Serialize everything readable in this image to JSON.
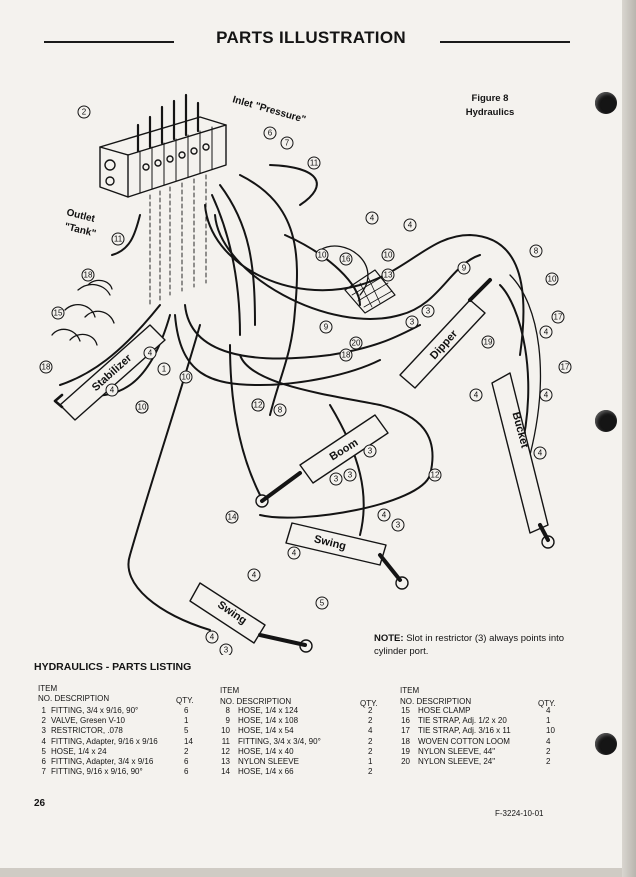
{
  "header": {
    "title": "PARTS ILLUSTRATION",
    "figure": "Figure 8",
    "figure_subtitle": "Hydraulics"
  },
  "diagram": {
    "labels": {
      "inlet_line1": "Inlet",
      "inlet_line2": "\"Pressure\"",
      "outlet_line1": "Outlet",
      "outlet_line2": "\"Tank\""
    },
    "cylinders": {
      "stabilizer": "Stabilizer",
      "dipper": "Dipper",
      "bucket": "Bucket",
      "boom": "Boom",
      "swing_upper": "Swing",
      "swing_lower": "Swing"
    },
    "callouts": [
      "2",
      "6",
      "7",
      "11",
      "11",
      "4",
      "4",
      "8",
      "9",
      "10",
      "10",
      "10",
      "16",
      "13",
      "3",
      "3",
      "20",
      "18",
      "19",
      "4",
      "4",
      "17",
      "17",
      "4",
      "4",
      "3",
      "3",
      "3",
      "12",
      "12",
      "14",
      "14",
      "15",
      "18",
      "18",
      "1",
      "4",
      "4",
      "4",
      "4",
      "5",
      "3",
      "3",
      "4",
      "4",
      "10",
      "10",
      "12",
      "8",
      "9"
    ]
  },
  "note": {
    "label": "NOTE:",
    "text": "Slot in restrictor (3) always points into cylinder port."
  },
  "listing": {
    "title": "HYDRAULICS - PARTS LISTING",
    "head_item": "ITEM",
    "head_no_desc": "NO. DESCRIPTION",
    "head_qty": "QTY.",
    "columns": [
      [
        {
          "no": "1",
          "desc": "FITTING, 3/4 x 9/16, 90°",
          "qty": "6"
        },
        {
          "no": "2",
          "desc": "VALVE, Gresen V-10",
          "qty": "1"
        },
        {
          "no": "3",
          "desc": "RESTRICTOR, .078",
          "qty": "5"
        },
        {
          "no": "4",
          "desc": "FITTING, Adapter, 9/16 x 9/16",
          "qty": "14"
        },
        {
          "no": "5",
          "desc": "HOSE, 1/4 x 24",
          "qty": "2"
        },
        {
          "no": "6",
          "desc": "FITTING, Adapter, 3/4 x 9/16",
          "qty": "6"
        },
        {
          "no": "7",
          "desc": "FITTING, 9/16 x 9/16, 90°",
          "qty": "6"
        }
      ],
      [
        {
          "no": "8",
          "desc": "HOSE, 1/4 x 124",
          "qty": "2"
        },
        {
          "no": "9",
          "desc": "HOSE, 1/4 x 108",
          "qty": "2"
        },
        {
          "no": "10",
          "desc": "HOSE, 1/4 x 54",
          "qty": "4"
        },
        {
          "no": "11",
          "desc": "FITTING, 3/4 x 3/4, 90°",
          "qty": "2"
        },
        {
          "no": "12",
          "desc": "HOSE, 1/4 x 40",
          "qty": "2"
        },
        {
          "no": "13",
          "desc": "NYLON SLEEVE",
          "qty": "1"
        },
        {
          "no": "14",
          "desc": "HOSE, 1/4 x 66",
          "qty": "2"
        }
      ],
      [
        {
          "no": "15",
          "desc": "HOSE CLAMP",
          "qty": "4"
        },
        {
          "no": "16",
          "desc": "TIE STRAP, Adj. 1/2 x 20",
          "qty": "1"
        },
        {
          "no": "17",
          "desc": "TIE STRAP, Adj. 3/16 x 11",
          "qty": "10"
        },
        {
          "no": "18",
          "desc": "WOVEN COTTON LOOM",
          "qty": "4"
        },
        {
          "no": "19",
          "desc": "NYLON SLEEVE, 44\"",
          "qty": "2"
        },
        {
          "no": "20",
          "desc": "NYLON SLEEVE, 24\"",
          "qty": "2"
        }
      ]
    ]
  },
  "footer": {
    "page_number": "26",
    "form_number": "F-3224-10-01"
  }
}
